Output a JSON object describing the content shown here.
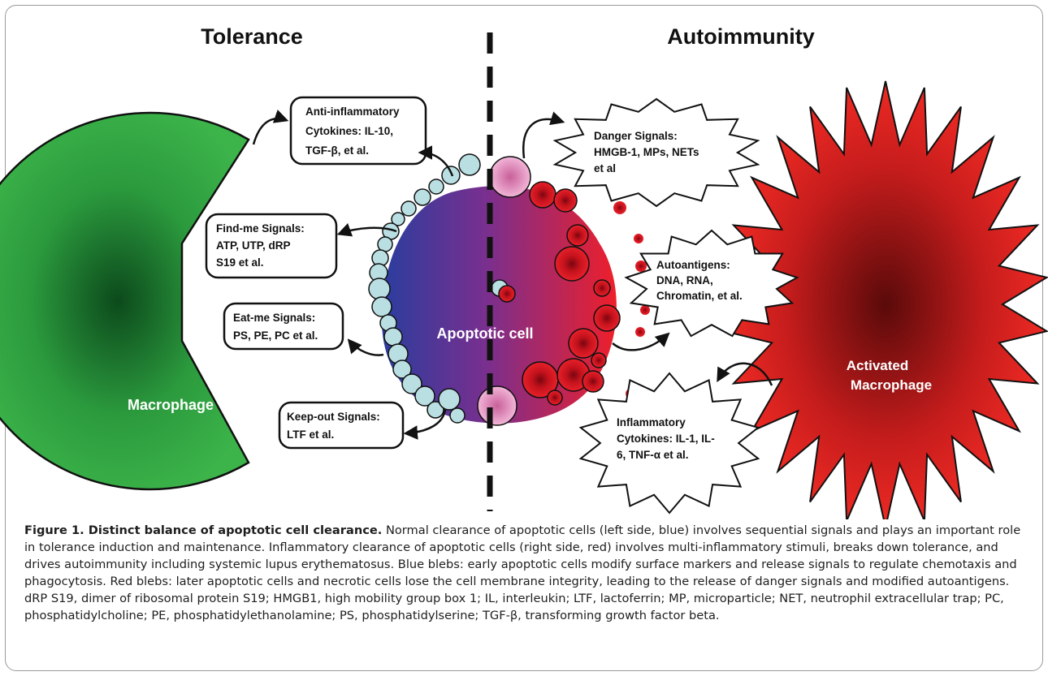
{
  "headings": {
    "left": "Tolerance",
    "right": "Autoimmunity"
  },
  "cells": {
    "macrophage": "Macrophage",
    "apoptotic_cell": "Apoptotic cell",
    "activated_macrophage": [
      "Activated",
      "Macrophage"
    ]
  },
  "left_signals": {
    "anti_inflammatory": [
      "Anti-inflammatory",
      "Cytokines: IL-10,",
      "TGF-β, et al."
    ],
    "find_me": [
      "Find-me Signals:",
      "ATP, UTP, dRP",
      "S19 et al."
    ],
    "eat_me": [
      "Eat-me Signals:",
      "PS, PE, PC et al."
    ],
    "keep_out": [
      "Keep-out Signals:",
      "LTF et al."
    ]
  },
  "right_signals": {
    "danger": [
      "Danger Signals:",
      "HMGB-1, MPs, NETs",
      "et al"
    ],
    "autoantigens": [
      "Autoantigens:",
      "DNA, RNA,",
      "Chromatin, et al."
    ],
    "inflammatory": [
      "Inflammatory",
      "Cytokines: IL-1, IL-",
      "6, TNF-α et al."
    ]
  },
  "caption": {
    "title": "Figure 1. Distinct balance of apoptotic cell clearance.",
    "body": " Normal clearance of apoptotic cells (left side, blue) involves sequential signals and plays an important role in tolerance induction and maintenance. Inflammatory clearance of apoptotic cells (right side, red) involves multi-inflammatory stimuli, breaks down tolerance, and drives autoimmunity including systemic lupus erythematosus. Blue blebs: early apoptotic cells modify surface markers and release signals to regulate chemotaxis and phagocytosis. Red blebs: later apoptotic cells and necrotic cells lose the cell membrane integrity, leading to the release of danger signals and modified autoantigens. dRP S19, dimer of ribosomal protein S19; HMGB1, high mobility group box 1; IL, interleukin; LTF, lactoferrin; MP, microparticle; NET, neutrophil extracellular trap; PC, phosphatidylcholine; PE, phosphatidylethanolamine; PS, phosphatidylserine; TGF-β, transforming growth factor beta."
  },
  "colors": {
    "macrophage_outer": "#3cb44a",
    "macrophage_inner": "#0c4a1c",
    "cell_blue": "#2a3d9e",
    "cell_red": "#e8202a",
    "bleb_blue": "#b9dfe3",
    "bleb_red": "#d11822",
    "bleb_pink": "#e79bc7",
    "activated_outer": "#ee2a24",
    "activated_inner": "#5a0a0a"
  }
}
